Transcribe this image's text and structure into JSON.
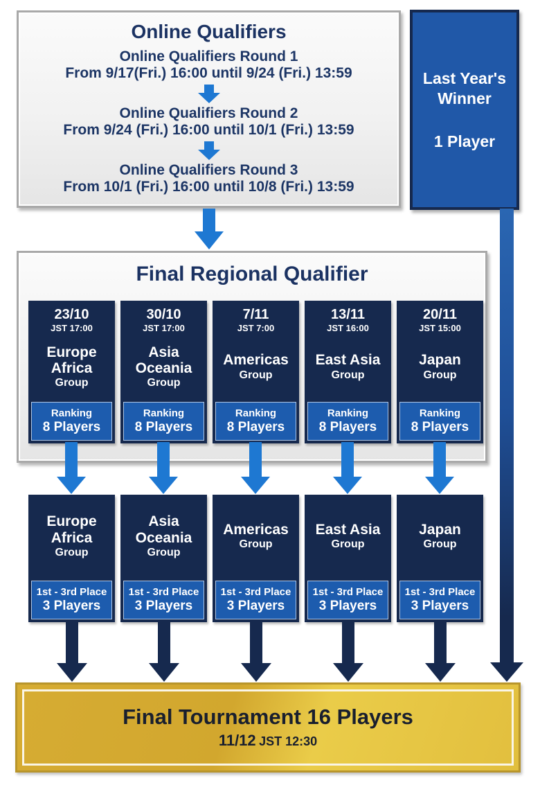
{
  "colors": {
    "navy": "#16294E",
    "navy_text": "#1B3262",
    "band_blue": "#1D5CAE",
    "arrow_blue": "#1E78D2",
    "winner_blue": "#2058A8",
    "gold": "#D8AE35",
    "gold_border": "#B8952B",
    "panel_border": "#A9A9A9"
  },
  "online_qualifiers": {
    "title": "Online Qualifiers",
    "rounds": [
      {
        "name": "Online Qualifiers Round 1",
        "period": "From 9/17(Fri.) 16:00 until 9/24 (Fri.) 13:59"
      },
      {
        "name": "Online Qualifiers Round 2",
        "period": "From 9/24 (Fri.) 16:00 until 10/1 (Fri.) 13:59"
      },
      {
        "name": "Online Qualifiers Round 3",
        "period": "From 10/1 (Fri.) 16:00 until 10/8 (Fri.) 13:59"
      }
    ]
  },
  "last_years_winner": {
    "title": "Last Year's\nWinner",
    "players": "1 Player"
  },
  "final_regional_qualifier": {
    "title": "Final Regional Qualifier",
    "groups": [
      {
        "date": "23/10",
        "time": "JST 17:00",
        "name": "Europe\nAfrica",
        "label": "Group",
        "ranking": "Ranking",
        "players": "8 Players"
      },
      {
        "date": "30/10",
        "time": "JST 17:00",
        "name": "Asia\nOceania",
        "label": "Group",
        "ranking": "Ranking",
        "players": "8 Players"
      },
      {
        "date": "7/11",
        "time": "JST 7:00",
        "name": "Americas",
        "label": "Group",
        "ranking": "Ranking",
        "players": "8 Players"
      },
      {
        "date": "13/11",
        "time": "JST 16:00",
        "name": "East Asia",
        "label": "Group",
        "ranking": "Ranking",
        "players": "8 Players"
      },
      {
        "date": "20/11",
        "time": "JST 15:00",
        "name": "Japan",
        "label": "Group",
        "ranking": "Ranking",
        "players": "8 Players"
      }
    ]
  },
  "advancing_groups": [
    {
      "name": "Europe\nAfrica",
      "label": "Group",
      "place": "1st - 3rd Place",
      "players": "3 Players"
    },
    {
      "name": "Asia\nOceania",
      "label": "Group",
      "place": "1st - 3rd Place",
      "players": "3 Players"
    },
    {
      "name": "Americas",
      "label": "Group",
      "place": "1st - 3rd Place",
      "players": "3 Players"
    },
    {
      "name": "East Asia",
      "label": "Group",
      "place": "1st - 3rd Place",
      "players": "3 Players"
    },
    {
      "name": "Japan",
      "label": "Group",
      "place": "1st - 3rd Place",
      "players": "3 Players"
    }
  ],
  "final_tournament": {
    "title": "Final Tournament 16 Players",
    "date": "11/12",
    "time": "JST 12:30"
  }
}
